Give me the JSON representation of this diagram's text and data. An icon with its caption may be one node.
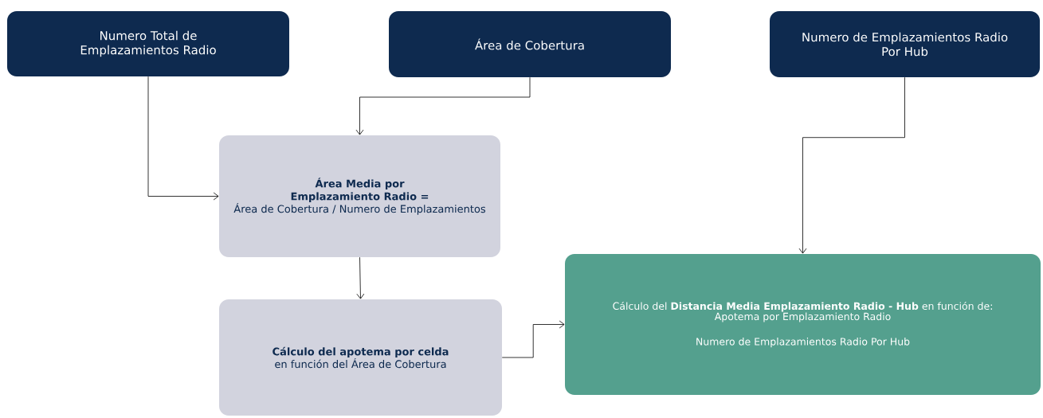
{
  "diagram": {
    "nodes": [
      {
        "text": [
          "Numero Total de Emplazamientos Radio"
        ]
      },
      {
        "text": [
          "Área de Cobertura"
        ]
      },
      {
        "text": [
          "Numero de Emplazamientos Radio Por Hub"
        ]
      },
      {
        "text": [
          "Área Media por Emplazamiento Radio =",
          "Área de Cobertura / Numero de Emplazamientos"
        ]
      },
      {
        "text": [
          "Cálculo del apotema por celda",
          "en función del Área de Cobertura"
        ]
      },
      {
        "text": [
          "Cálculo del **Distancia Media Emplazamiento Radio - Hub** en función de:",
          "Apotema por Emplazamiento Radio",
          "Numero de Emplazamientos Radio Por Hub"
        ]
      }
    ],
    "edges": [
      {
        "from": 0,
        "to": 3,
        "arrow": "to"
      },
      {
        "from": 1,
        "to": 3,
        "arrow": "to"
      },
      {
        "from": 3,
        "to": 4,
        "arrow": "to"
      },
      {
        "from": 4,
        "to": 5,
        "arrow": "to"
      },
      {
        "from": 2,
        "to": 5,
        "arrow": "to"
      }
    ]
  }
}
